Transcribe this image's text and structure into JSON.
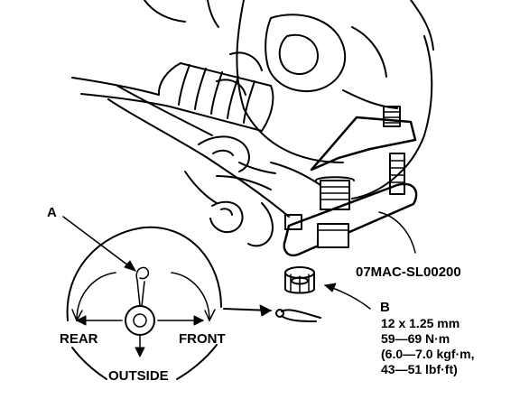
{
  "callouts": {
    "a": "A",
    "b": "B",
    "tool": "07MAC-SL00200"
  },
  "inset": {
    "rear": "REAR",
    "front": "FRONT",
    "outside": "OUTSIDE"
  },
  "spec": {
    "size": "12 x 1.25 mm",
    "torque_nm": "59—69 N·m",
    "torque_kgfm": "(6.0—7.0 kgf·m,",
    "torque_lbfft": "43—51 lbf·ft)"
  },
  "colors": {
    "ink": "#000000",
    "paper": "#ffffff"
  }
}
